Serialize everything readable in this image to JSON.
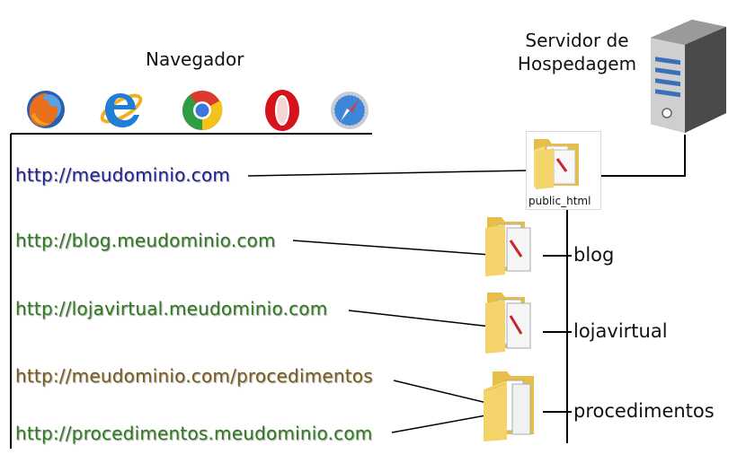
{
  "browser_title": "Navegador",
  "server_title_line1": "Servidor de",
  "server_title_line2": "Hospedagem",
  "browsers": [
    {
      "icon": "firefox-icon"
    },
    {
      "icon": "internet-explorer-icon"
    },
    {
      "icon": "chrome-icon"
    },
    {
      "icon": "opera-icon"
    },
    {
      "icon": "safari-icon"
    }
  ],
  "urls": [
    {
      "text": "http://meudominio.com",
      "color": "#1f1f8f"
    },
    {
      "text": "http://blog.meudominio.com",
      "color": "#2f7a1f"
    },
    {
      "text": "http://lojavirtual.meudominio.com",
      "color": "#2f7a1f"
    },
    {
      "text": "http://meudominio.com/procedimentos",
      "color": "#7a5a1a"
    },
    {
      "text": "http://procedimentos.meudominio.com",
      "color": "#2f7a1f"
    }
  ],
  "root_folder_label": "public_html",
  "subfolders": [
    "blog",
    "lojavirtual",
    "procedimentos"
  ],
  "colors": {
    "folder": "#f3d36a",
    "line": "#000000",
    "server_dark": "#3a3a3a",
    "server_blue": "#3b6fb8"
  }
}
